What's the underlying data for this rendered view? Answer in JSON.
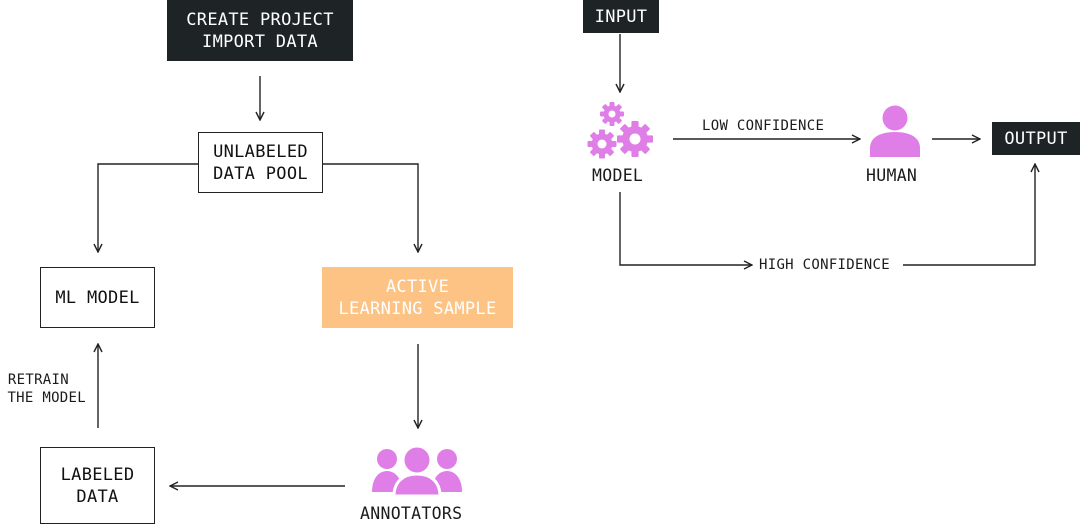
{
  "left_flow": {
    "start_box": {
      "line1": "CREATE PROJECT",
      "line2": "IMPORT DATA"
    },
    "pool_box": {
      "line1": "UNLABELED",
      "line2": "DATA POOL"
    },
    "ml_model_box": {
      "label": "ML MODEL"
    },
    "active_box": {
      "line1": "ACTIVE",
      "line2": "LEARNING SAMPLE"
    },
    "labeled_box": {
      "line1": "LABELED",
      "line2": "DATA"
    },
    "retrain_label": {
      "line1": "RETRAIN",
      "line2": "THE MODEL"
    },
    "annotators_label": "ANNOTATORS"
  },
  "right_flow": {
    "input_box": "INPUT",
    "model_label": "MODEL",
    "low_confidence_label": "LOW CONFIDENCE",
    "human_label": "HUMAN",
    "output_box": "OUTPUT",
    "high_confidence_label": "HIGH CONFIDENCE"
  },
  "colors": {
    "dark_box": "#1e2326",
    "accent_orange": "#fcc384",
    "icon_purple": "#e07ee8",
    "line": "#222222"
  },
  "icons": [
    "gears-icon",
    "human-icon",
    "annotators-group-icon"
  ]
}
